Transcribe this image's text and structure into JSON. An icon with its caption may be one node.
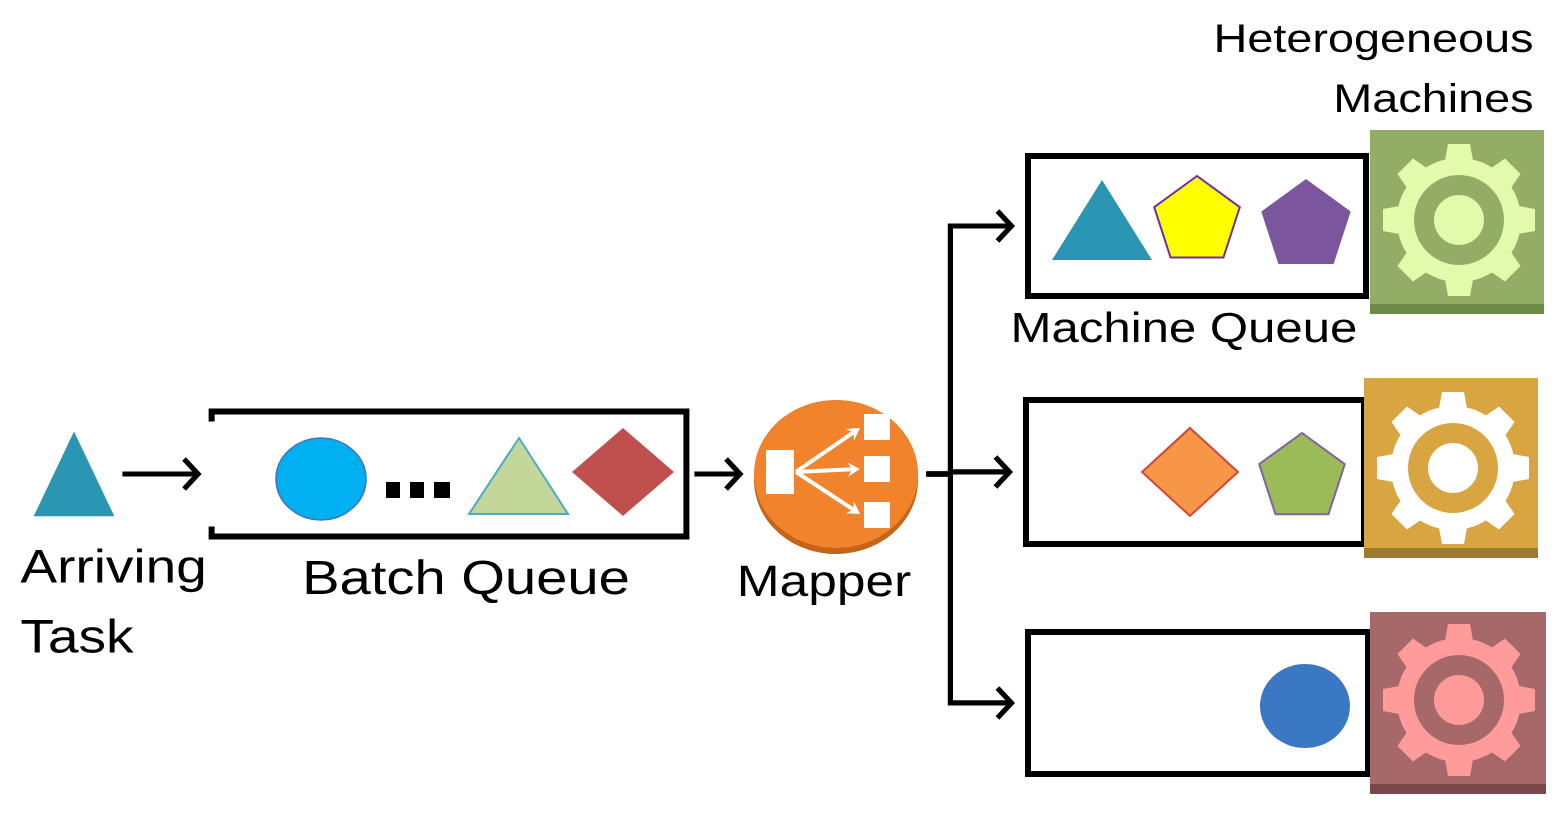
{
  "diagram": {
    "nodes": [
      {
        "text": [
          "Arriving Task"
        ]
      },
      {
        "text": [
          "Batch Queue"
        ]
      },
      {
        "text": [
          "Mapper"
        ]
      },
      {
        "text": [
          "Machine Queue"
        ]
      },
      {
        "text": [],
        "shape": "box"
      },
      {
        "text": [],
        "shape": "box"
      }
    ],
    "edges": [
      {
        "from": 0,
        "to": 1,
        "arrow": "to"
      },
      {
        "from": 1,
        "to": 2,
        "arrow": "to"
      },
      {
        "from": 2,
        "to": 3,
        "arrow": "to"
      },
      {
        "from": 2,
        "to": 4,
        "arrow": "to"
      },
      {
        "from": 2,
        "to": 5,
        "arrow": "to"
      }
    ],
    "labels": [
      "Heterogeneous Machines"
    ]
  }
}
